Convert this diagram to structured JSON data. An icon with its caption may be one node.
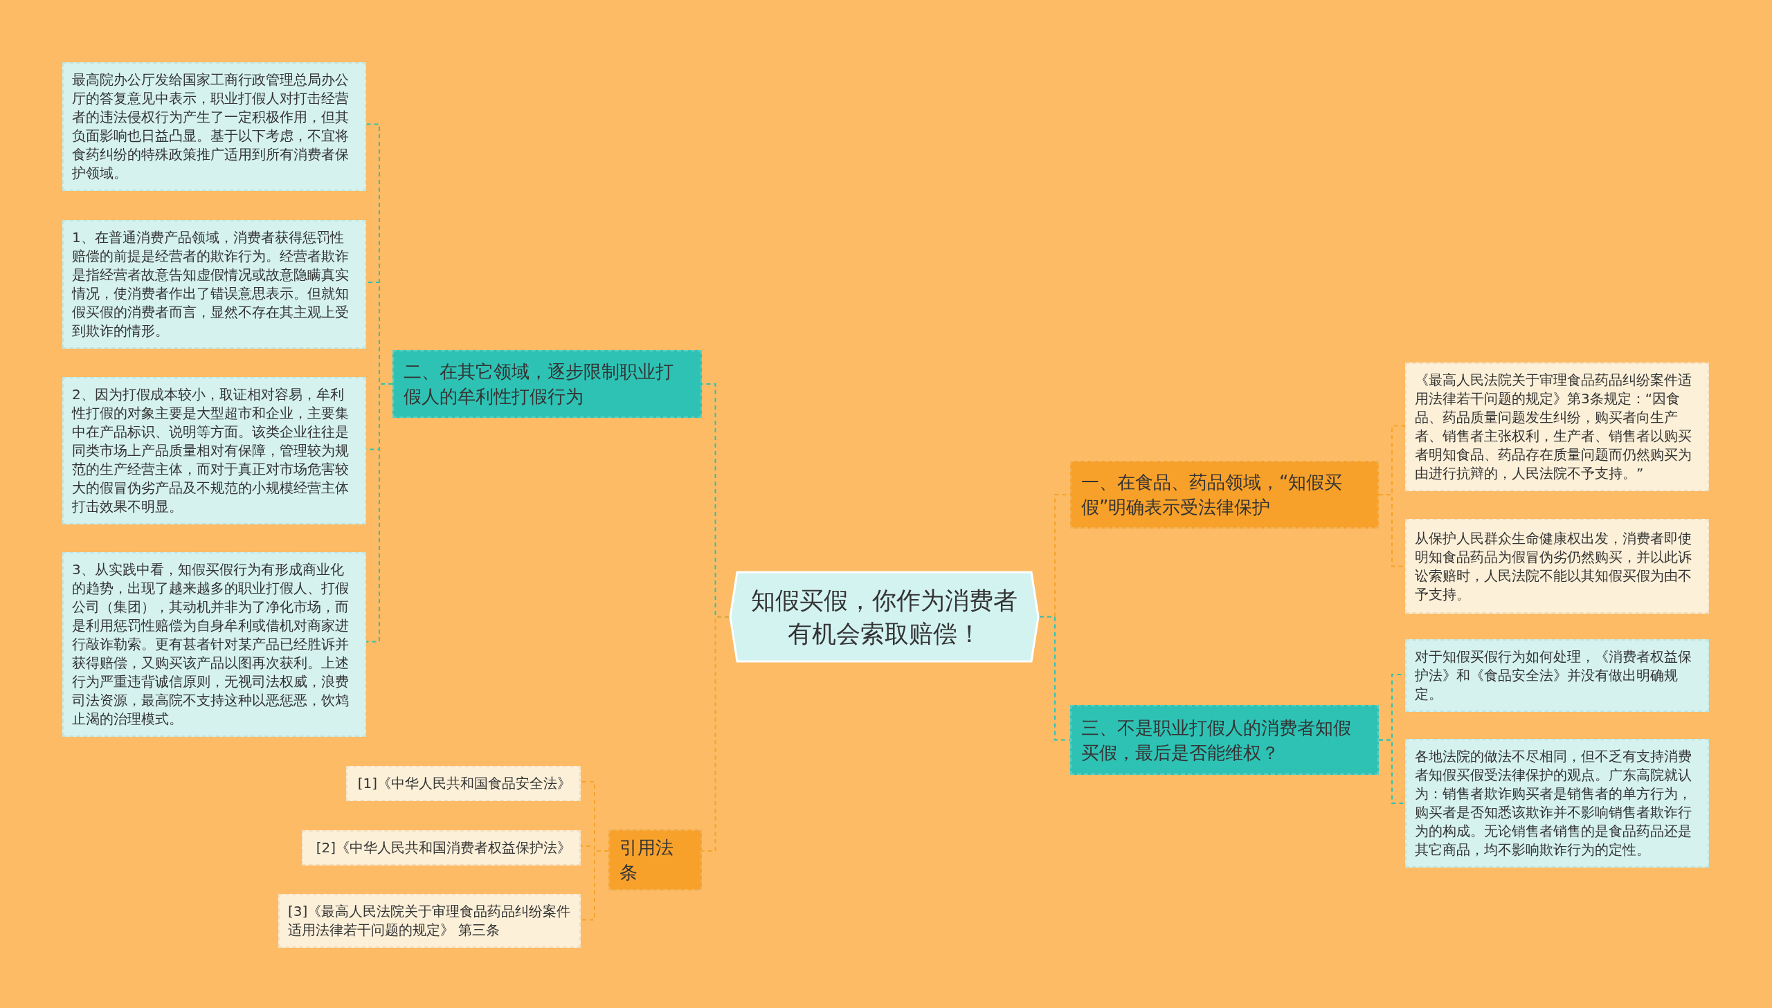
{
  "diagram": {
    "nodes": [
      {
        "text": [
          "知假买假，你作为消费者有机会索取赔偿！"
        ]
      },
      {
        "text": [
          "一、在食品、药品领域，“知假买假”明确表示受法律保护"
        ]
      },
      {
        "text": [
          "《最高人民法院关于审理食品药品纠纷案件适用法律若干问题的规定》第3条规定：“因食品、药品质量问题发生纠纷，购买者向生产者、销售者主张权利，生产者、销售者以购买者明知食品、药品存在质量问题而仍然购买为由进行抗辩的，人民法院不予支持。”"
        ]
      },
      {
        "text": [
          "从保护人民群众生命健康权出发，消费者即使明知食品药品为假冒伪劣仍然购买，并以此诉讼索赔时，人民法院不能以其知假买假为由不予支持。"
        ]
      },
      {
        "text": [
          "三、不是职业打假人的消费者知假买假，最后是否能维权？"
        ]
      },
      {
        "text": [
          "对于知假买假行为如何处理，《消费者权益保护法》和《食品安全法》并没有做出明确规定。"
        ]
      },
      {
        "text": [
          "各地法院的做法不尽相同，但不乏有支持消费者知假买假受法律保护的观点。广东高院就认为：销售者欺诈购买者是销售者的单方行为，购买者是否知悉该欺诈并不影响销售者欺诈行为的构成。无论销售者销售的是食品药品还是其它商品，均不影响欺诈行为的定性。"
        ]
      },
      {
        "text": [
          "二、在其它领域，逐步限制职业打假人的牟利性打假行为"
        ]
      },
      {
        "text": [
          "最高院办公厅发给国家工商行政管理总局办公厅的答复意见中表示，职业打假人对打击经营者的违法侵权行为产生了一定积极作用，但其负面影响也日益凸显。基于以下考虑，不宜将食药纠纷的特殊政策推广适用到所有消费者保护领域。"
        ]
      },
      {
        "text": [
          "1、在普通消费产品领域，消费者获得惩罚性赔偿的前提是经营者的欺诈行为。经营者欺诈是指经营者故意告知虚假情况或故意隐瞒真实情况，使消费者作出了错误意思表示。但就知假买假的消费者而言，显然不存在其主观上受到欺诈的情形。"
        ]
      },
      {
        "text": [
          "2、因为打假成本较小，取证相对容易，牟利性打假的对象主要是大型超市和企业，主要集中在产品标识、说明等方面。该类企业往往是同类市场上产品质量相对有保障，管理较为规范的生产经营主体，而对于真正对市场危害较大的假冒伪劣产品及不规范的小规模经营主体打击效果不明显。"
        ]
      },
      {
        "text": [
          "3、从实践中看，知假买假行为有形成商业化的趋势，出现了越来越多的职业打假人、打假公司（集团），其动机并非为了净化市场，而是利用惩罚性赔偿为自身牟利或借机对商家进行敲诈勒索。更有甚者针对某产品已经胜诉并获得赔偿，又购买该产品以图再次获利。上述行为严重违背诚信原则，无视司法权威，浪费司法资源，最高院不支持这种以恶惩恶，饮鸩止渴的治理模式。"
        ]
      },
      {
        "text": [
          "引用法条"
        ]
      },
      {
        "text": [
          "[1]《中华人民共和国食品安全法》"
        ]
      },
      {
        "text": [
          "[2]《中华人民共和国消费者权益保护法》"
        ]
      },
      {
        "text": [
          "[3]《最高人民法院关于审理食品药品纠纷案件适用法律若干问题的规定》 第三条"
        ]
      }
    ],
    "edges": [
      {
        "from": 0,
        "to": 1,
        "arrow": "none",
        "color": "#f5a32a"
      },
      {
        "from": 1,
        "to": 2,
        "arrow": "none",
        "color": "#f5a32a"
      },
      {
        "from": 1,
        "to": 3,
        "arrow": "none",
        "color": "#f5a32a"
      },
      {
        "from": 0,
        "to": 4,
        "arrow": "none"
      },
      {
        "from": 4,
        "to": 5,
        "arrow": "none"
      },
      {
        "from": 4,
        "to": 6,
        "arrow": "none"
      },
      {
        "from": 0,
        "to": 7,
        "arrow": "none"
      },
      {
        "from": 7,
        "to": 8,
        "arrow": "none"
      },
      {
        "from": 7,
        "to": 9,
        "arrow": "none"
      },
      {
        "from": 7,
        "to": 10,
        "arrow": "none"
      },
      {
        "from": 7,
        "to": 11,
        "arrow": "none"
      },
      {
        "from": 0,
        "to": 12,
        "arrow": "none",
        "color": "#f5a32a"
      },
      {
        "from": 12,
        "to": 13,
        "arrow": "none",
        "color": "#f5a32a"
      },
      {
        "from": 12,
        "to": 14,
        "arrow": "none",
        "color": "#f5a32a"
      },
      {
        "from": 12,
        "to": 15,
        "arrow": "none",
        "color": "#f5a32a"
      }
    ]
  }
}
